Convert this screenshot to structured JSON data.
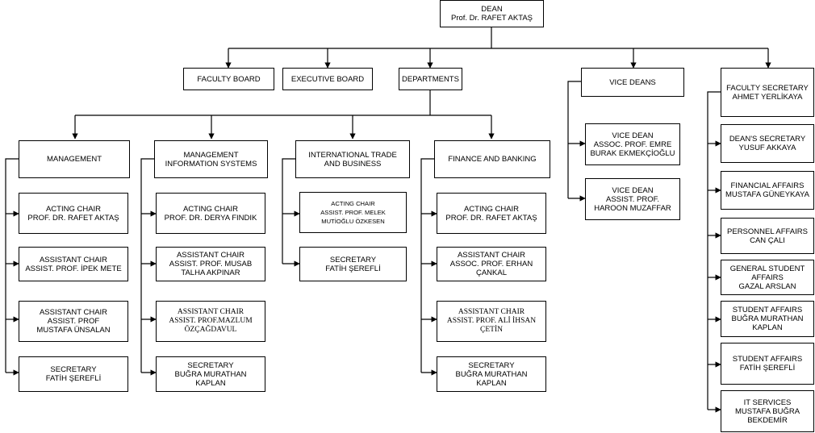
{
  "dean": {
    "title": "DEAN",
    "name": "Prof. Dr. RAFET AKTAŞ"
  },
  "faculty_board": "FACULTY BOARD",
  "executive_board": "EXECUTIVE BOARD",
  "departments": "DEPARTMENTS",
  "vice_deans": {
    "title": "VICE DEANS",
    "members": [
      {
        "title": "VICE DEAN",
        "name": "ASSOC. PROF. EMRE\nBURAK EKMEKÇİOĞLU"
      },
      {
        "title": "VICE DEAN",
        "name": "ASSIST. PROF.\nHAROON MUZAFFAR"
      }
    ]
  },
  "faculty_secretary": {
    "title": "FACULTY SECRETARY",
    "name": "AHMET YERLİKAYA",
    "units": [
      "DEAN'S SECRETARY\nYUSUF AKKAYA",
      "FINANCIAL AFFAIRS\nMUSTAFA GÜNEYKAYA",
      "PERSONNEL AFFAIRS\nCAN ÇALI",
      "GENERAL STUDENT\nAFFAIRS\nGAZAL ARSLAN",
      "STUDENT AFFAIRS\nBUĞRA MURATHAN\nKAPLAN",
      "STUDENT AFFAIRS\nFATİH ŞEREFLİ",
      "IT SERVICES\nMUSTAFA BUĞRA\nBEKDEMİR"
    ]
  },
  "department_list": [
    {
      "name": "MANAGEMENT",
      "staff": [
        "ACTING CHAIR\nPROF. DR. RAFET AKTAŞ",
        "ASSISTANT CHAIR\nASSIST. PROF. İPEK METE",
        "ASSISTANT CHAIR\nASSIST. PROF\nMUSTAFA ÜNSALAN",
        "SECRETARY\nFATİH ŞEREFLİ"
      ]
    },
    {
      "name": "MANAGEMENT\nINFORMATION SYSTEMS",
      "staff": [
        "ACTING CHAIR\nPROF. DR. DERYA FINDIK",
        "ASSISTANT CHAIR\nASSIST. PROF. MUSAB\nTALHA AKPINAR",
        "ASSISTANT CHAIR\nASSIST. PROF.MAZLUM\nÖZÇAĞDAVUL",
        "SECRETARY\nBUĞRA MURATHAN\nKAPLAN"
      ]
    },
    {
      "name": "INTERNATIONAL TRADE\nAND BUSINESS",
      "staff": [
        "ACTING CHAIR\nASSIST. PROF. MELEK\nMUTİOĞLU ÖZKESEN",
        "SECRETARY\nFATİH ŞEREFLİ"
      ]
    },
    {
      "name": "FINANCE AND BANKING",
      "staff": [
        "ACTING CHAIR\nPROF. DR. RAFET AKTAŞ",
        "ASSISTANT CHAIR\nASSOC. PROF. ERHAN\nÇANKAL",
        "ASSISTANT CHAIR\nASSIST. PROF. ALİ İHSAN\nÇETİN",
        "SECRETARY\nBUĞRA MURATHAN\nKAPLAN"
      ]
    }
  ]
}
